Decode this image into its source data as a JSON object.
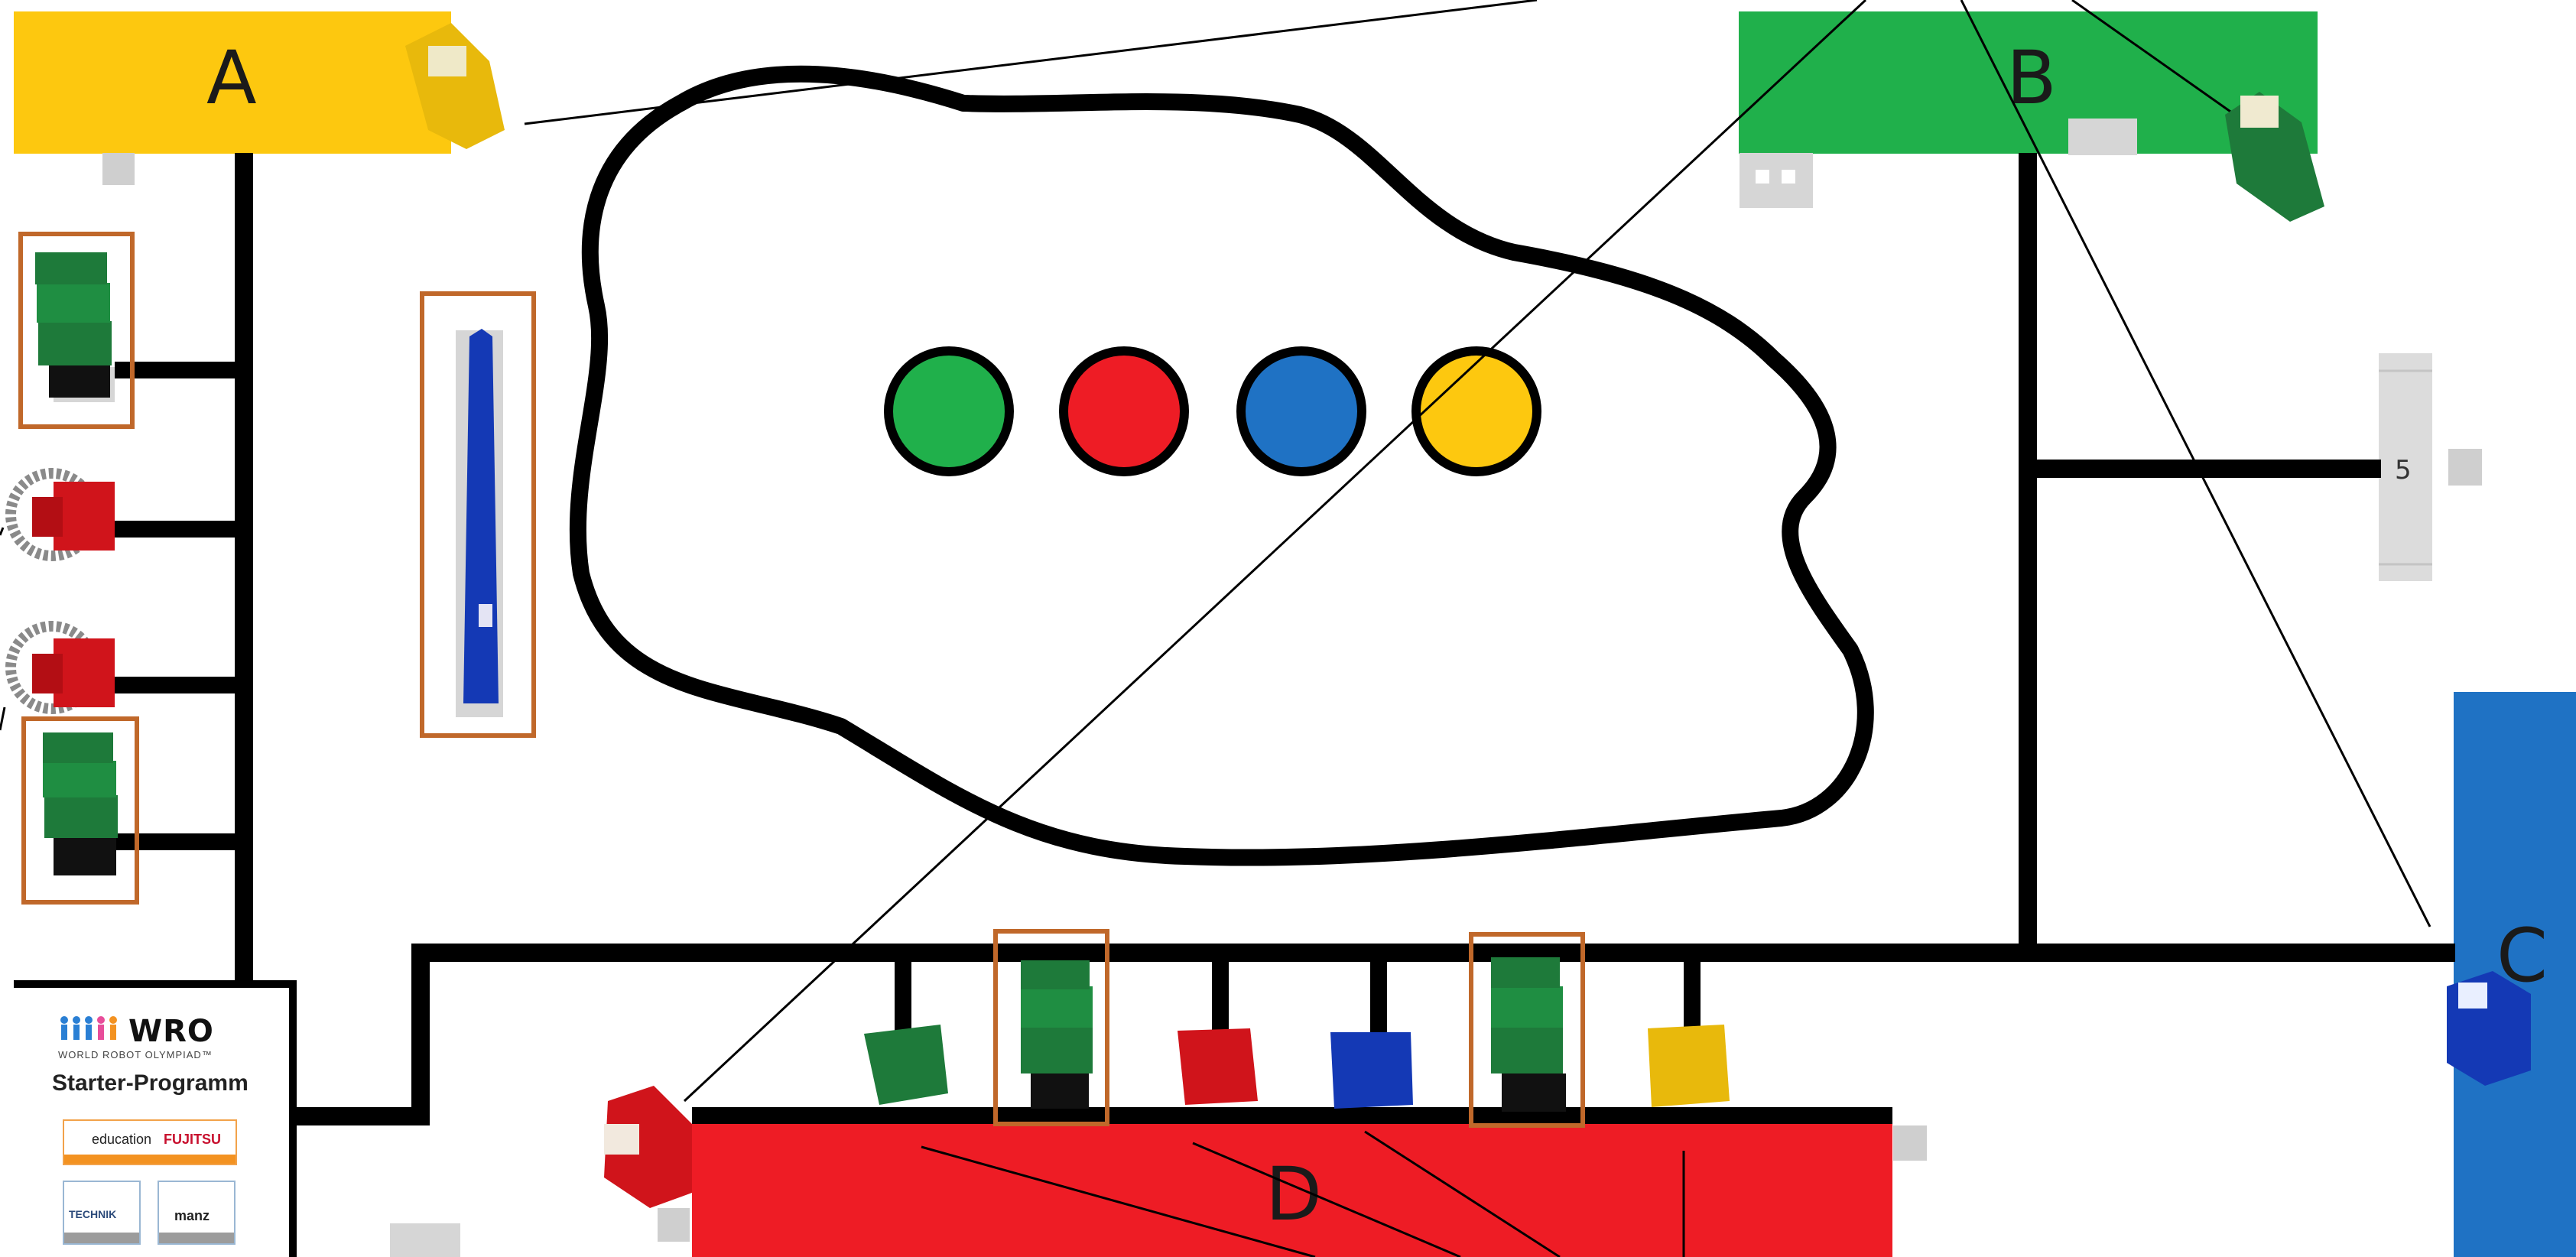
{
  "zones": {
    "a": {
      "letter": "A",
      "color": "#FDC80F"
    },
    "b": {
      "letter": "B",
      "color": "#20B04B"
    },
    "c": {
      "letter": "C",
      "color": "#1F72C4"
    },
    "d": {
      "letter": "D",
      "color": "#EE1C25"
    }
  },
  "parking_label": "5",
  "center_circles": [
    {
      "color": "green",
      "hex": "#20B04B"
    },
    {
      "color": "red",
      "hex": "#EE1C25"
    },
    {
      "color": "blue",
      "hex": "#1F72C4"
    },
    {
      "color": "yellow",
      "hex": "#FDC80F"
    }
  ],
  "logo": {
    "wro": "WRO",
    "subtitle": "WORLD ROBOT OLYMPIAD™",
    "program": "Starter-Programm",
    "sponsor_lego": "education",
    "sponsor_fujitsu": "FUJITSU",
    "sponsor_technik": "TECHNIK",
    "sponsor_manz": "manz"
  },
  "colors": {
    "line": "#000000",
    "highlight_frame": "#C0682A",
    "gray_marker": "#CFCFCF",
    "lego_green": "#1E7A3A",
    "lego_red": "#D0141B",
    "lego_blue": "#1439B5",
    "lego_yellow": "#E8B90C"
  }
}
